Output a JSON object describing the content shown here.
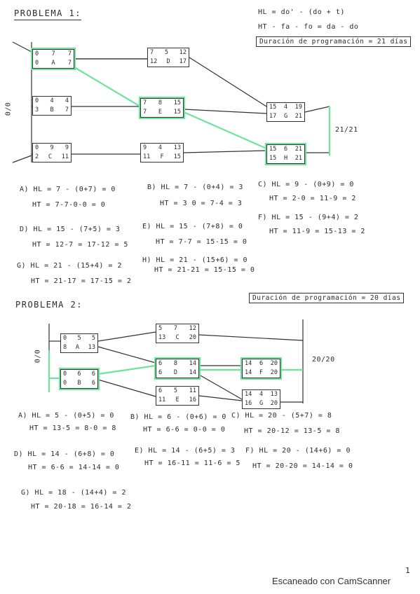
{
  "p1": {
    "title": "PROBLEMA 1:",
    "formula_hl": "HL = do' - (do + t)",
    "formula_ht": "HT - fa - fo = da - do",
    "duration": "Duración de programación = 21 días",
    "start_label": "0/0",
    "end_label": "21/21",
    "nodes": [
      {
        "r1": [
          "0",
          "7",
          "7"
        ],
        "r2": [
          "0",
          "A",
          "7"
        ]
      },
      {
        "r1": [
          "7",
          "5",
          "12"
        ],
        "r2": [
          "12",
          "D",
          "17"
        ]
      },
      {
        "r1": [
          "0",
          "4",
          "4"
        ],
        "r2": [
          "3",
          "B",
          "7"
        ]
      },
      {
        "r1": [
          "7",
          "8",
          "15"
        ],
        "r2": [
          "7",
          "E",
          "15"
        ]
      },
      {
        "r1": [
          "15",
          "4",
          "19"
        ],
        "r2": [
          "17",
          "G",
          "21"
        ]
      },
      {
        "r1": [
          "0",
          "9",
          "9"
        ],
        "r2": [
          "2",
          "C",
          "11"
        ]
      },
      {
        "r1": [
          "9",
          "4",
          "13"
        ],
        "r2": [
          "11",
          "F",
          "15"
        ]
      },
      {
        "r1": [
          "15",
          "6",
          "21"
        ],
        "r2": [
          "15",
          "H",
          "21"
        ]
      }
    ],
    "calcs": [
      {
        "hl": "A) HL = 7 - (0+7) = 0",
        "ht": "HT = 7-7-0-0 = 0"
      },
      {
        "hl": "B) HL = 7 - (0+4) = 3",
        "ht": "HT = 3 0 = 7-4 = 3"
      },
      {
        "hl": "C) HL = 9 - (0+9) = 0",
        "ht": "HT = 2-0 = 11-9 = 2"
      },
      {
        "hl": "D) HL = 15 - (7+5) = 3",
        "ht": "HT = 12-7 = 17-12 = 5"
      },
      {
        "hl": "E) HL = 15 - (7+8) = 0",
        "ht": "HT = 7-7 = 15-15 = 0"
      },
      {
        "hl": "F) HL = 15 - (9+4) = 2",
        "ht": "HT = 11-9 = 15-13 = 2"
      },
      {
        "hl": "G) HL = 21 - (15+4) = 2",
        "ht": "HT = 21-17 = 17-15 = 2"
      },
      {
        "hl": "H) HL = 21 - (15+6) = 0",
        "ht": "HT = 21-21 = 15-15 = 0"
      }
    ]
  },
  "p2": {
    "title": "PROBLEMA 2:",
    "duration": "Duración de programación = 20 días",
    "start_label": "0/0",
    "end_label": "20/20",
    "nodes": [
      {
        "r1": [
          "0",
          "5",
          "5"
        ],
        "r2": [
          "8",
          "A",
          "13"
        ]
      },
      {
        "r1": [
          "5",
          "7",
          "12"
        ],
        "r2": [
          "13",
          "C",
          "20"
        ]
      },
      {
        "r1": [
          "0",
          "6",
          "6"
        ],
        "r2": [
          "0",
          "B",
          "6"
        ]
      },
      {
        "r1": [
          "6",
          "8",
          "14"
        ],
        "r2": [
          "6",
          "D",
          "14"
        ]
      },
      {
        "r1": [
          "14",
          "6",
          "20"
        ],
        "r2": [
          "14",
          "F",
          "20"
        ]
      },
      {
        "r1": [
          "6",
          "5",
          "11"
        ],
        "r2": [
          "11",
          "E",
          "16"
        ]
      },
      {
        "r1": [
          "14",
          "4",
          "13"
        ],
        "r2": [
          "16",
          "G",
          "20"
        ]
      }
    ],
    "calcs": [
      {
        "hl": "A) HL = 5 - (0+5) = 0",
        "ht": "HT = 13-5 = 8-0 = 8"
      },
      {
        "hl": "B) HL = 6 - (0+6) = 0",
        "ht": "HT = 6-6 = 0-0 = 0"
      },
      {
        "hl": "C) HL = 20 - (5+7) = 8",
        "ht": "HT = 20-12 = 13-5 = 8"
      },
      {
        "hl": "D) HL = 14 - (6+8) = 0",
        "ht": "HT = 6-6 = 14-14 = 0"
      },
      {
        "hl": "E) HL = 14 - (6+5) = 3",
        "ht": "HT = 16-11 = 11-6 = 5"
      },
      {
        "hl": "F) HL = 20 - (14+6) = 0",
        "ht": "HT = 20-20 = 14-14 = 0"
      },
      {
        "hl": "G) HL = 18 - (14+4) = 2",
        "ht": "HT = 20-18 = 16-14 = 2"
      }
    ]
  },
  "page_number": "1",
  "footer": "Escaneado con CamScanner"
}
